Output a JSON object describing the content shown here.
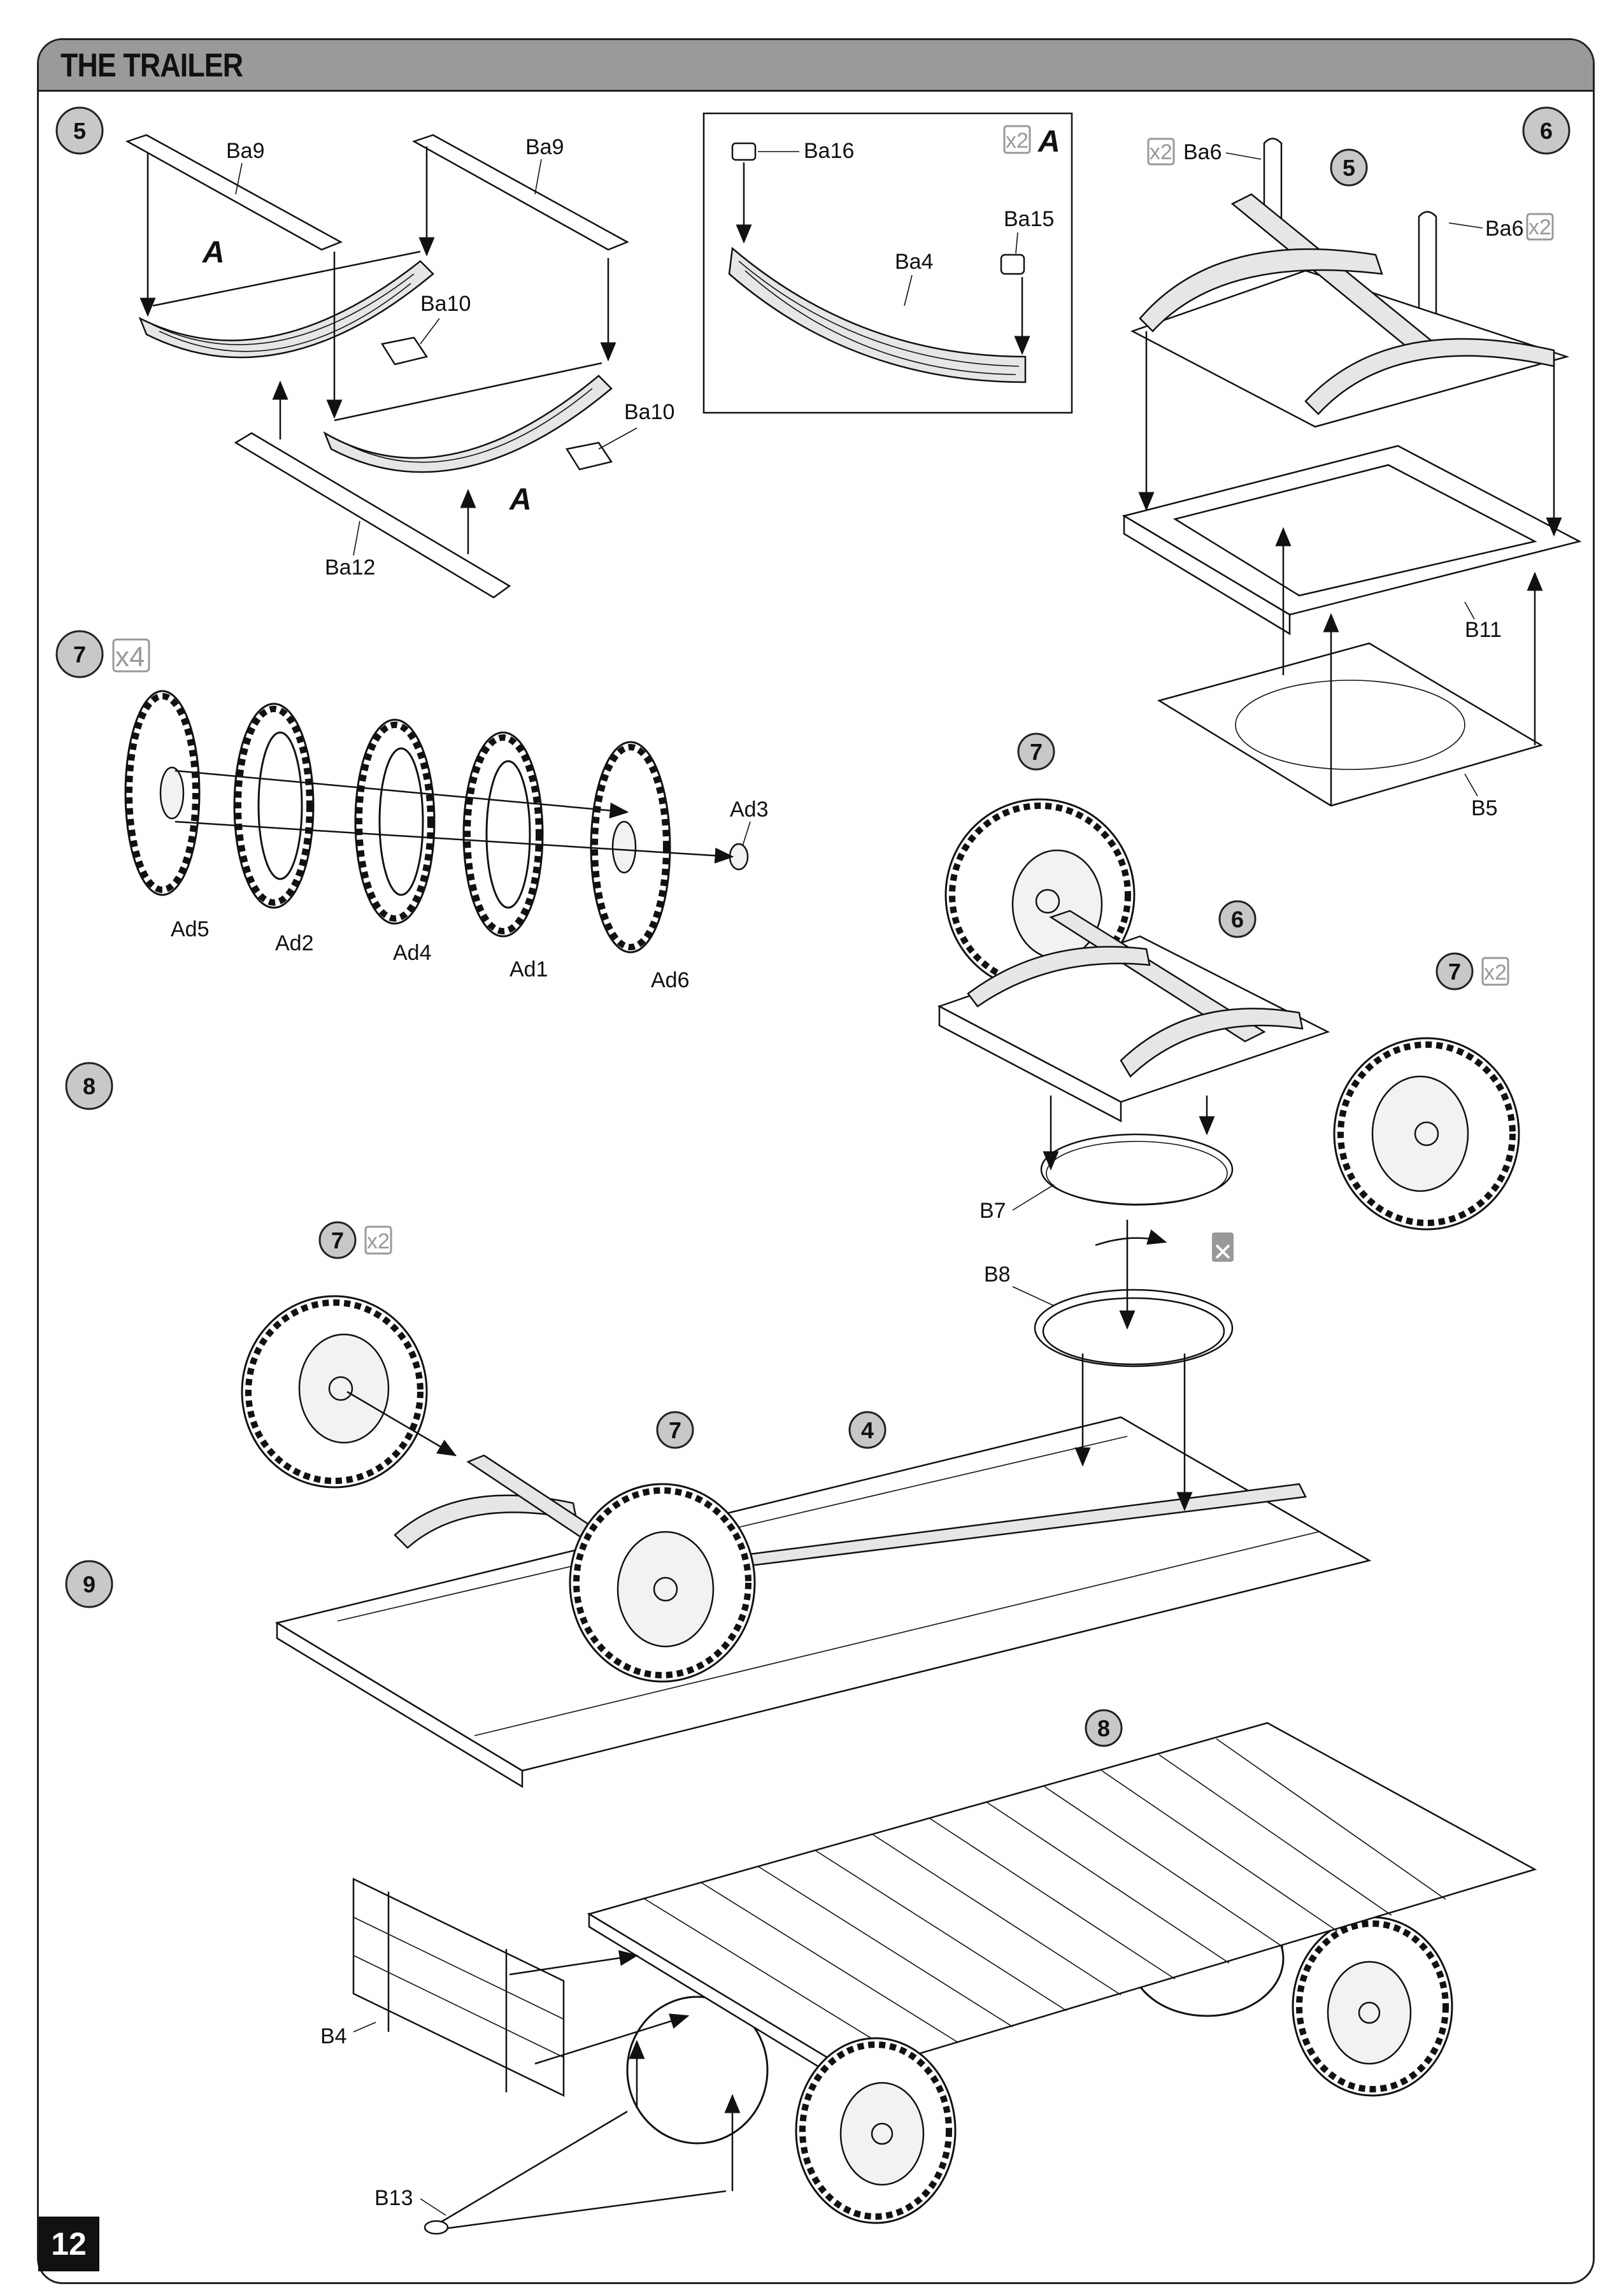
{
  "header": {
    "title": "THE TRAILER"
  },
  "page_number": "12",
  "steps": {
    "s5": "5",
    "s6": "6",
    "s7": "7",
    "s8": "8",
    "s9": "9",
    "ref7a": "7",
    "ref7b": "7",
    "ref7c": "7",
    "ref7d": "7",
    "ref6": "6",
    "ref5": "5",
    "ref4": "4",
    "ref8": "8"
  },
  "quantities": {
    "x4": "x4",
    "x2_inset": "x2",
    "x2_ba6_left": "x2",
    "x2_ba6_right": "x2",
    "x2_wheel_right": "x2",
    "x2_wheel_left": "x2"
  },
  "marks": {
    "a1": "A",
    "a2": "A",
    "a_inset": "A"
  },
  "labels": {
    "ba9_left": "Ba9",
    "ba9_right": "Ba9",
    "ba10_upper": "Ba10",
    "ba10_lower": "Ba10",
    "ba12": "Ba12",
    "ba16": "Ba16",
    "ba15": "Ba15",
    "ba4": "Ba4",
    "ba6_left": "Ba6",
    "ba6_right": "Ba6",
    "b11": "B11",
    "b5": "B5",
    "ad5": "Ad5",
    "ad2": "Ad2",
    "ad4": "Ad4",
    "ad1": "Ad1",
    "ad6": "Ad6",
    "ad3": "Ad3",
    "b7": "B7",
    "b8": "B8",
    "b4": "B4",
    "b13": "B13"
  },
  "icons": [
    "rotate-arrow-icon",
    "no-glue-icon"
  ]
}
